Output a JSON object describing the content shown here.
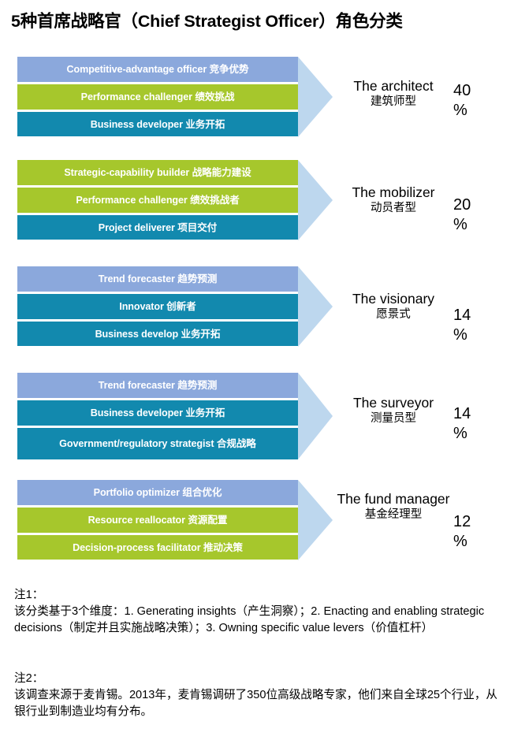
{
  "title": "5种首席战略官（Chief Strategist Officer）角色分类",
  "colors": {
    "blue": "#8BA8DC",
    "green": "#A6C72C",
    "teal": "#1289AE",
    "arrow": "#BDD7EE",
    "text_on_bar": "#ffffff",
    "text": "#000000",
    "background": "#ffffff"
  },
  "chart_data": {
    "type": "bar",
    "title": "5种首席战略官（Chief Strategist Officer）角色分类",
    "xlabel": "",
    "ylabel": "",
    "categories": [
      "The architect",
      "The mobilizer",
      "The visionary",
      "The surveyor",
      "The fund manager"
    ],
    "values": [
      40,
      20,
      14,
      14,
      12
    ],
    "value_unit": "%",
    "grid": false,
    "legend": "none"
  },
  "groups": [
    {
      "role_en": "The architect",
      "role_cn": "建筑师型",
      "pct_num": "40",
      "pct_sym": "%",
      "bars": [
        {
          "text": "Competitive-advantage officer 竞争优势",
          "color": "#8BA8DC"
        },
        {
          "text": "Performance challenger 绩效挑战",
          "color": "#A6C72C"
        },
        {
          "text": "Business developer 业务开拓",
          "color": "#1289AE"
        }
      ]
    },
    {
      "role_en": "The mobilizer",
      "role_cn": "动员者型",
      "pct_num": "20",
      "pct_sym": "%",
      "bars": [
        {
          "text": "Strategic-capability builder 战略能力建设",
          "color": "#A6C72C"
        },
        {
          "text": "Performance challenger 绩效挑战者",
          "color": "#A6C72C"
        },
        {
          "text": "Project deliverer 项目交付",
          "color": "#1289AE"
        }
      ]
    },
    {
      "role_en": "The visionary",
      "role_cn": "愿景式",
      "pct_num": "14",
      "pct_sym": "%",
      "bars": [
        {
          "text": "Trend forecaster 趋势预测",
          "color": "#8BA8DC"
        },
        {
          "text": "Innovator 创新者",
          "color": "#1289AE"
        },
        {
          "text": "Business develop 业务开拓",
          "color": "#1289AE"
        }
      ]
    },
    {
      "role_en": "The surveyor",
      "role_cn": "测量员型",
      "pct_num": "14",
      "pct_sym": "%",
      "bars": [
        {
          "text": "Trend forecaster 趋势预测",
          "color": "#8BA8DC"
        },
        {
          "text": "Business developer 业务开拓",
          "color": "#1289AE"
        },
        {
          "text": "Government/regulatory strategist 合规战略",
          "color": "#1289AE"
        }
      ]
    },
    {
      "role_en": "The fund manager",
      "role_cn": "基金经理型",
      "pct_num": "12",
      "pct_sym": "%",
      "bars": [
        {
          "text": "Portfolio optimizer 组合优化",
          "color": "#8BA8DC"
        },
        {
          "text": "Resource reallocator 资源配置",
          "color": "#A6C72C"
        },
        {
          "text": "Decision-process facilitator 推动决策",
          "color": "#A6C72C"
        }
      ]
    }
  ],
  "notes": [
    {
      "label": "注1：",
      "body": "该分类基于3个维度：1. Generating insights（产生洞察）；2. Enacting and enabling strategic decisions（制定并且实施战略决策）；3. Owning specific value levers（价值杠杆）"
    },
    {
      "label": "注2：",
      "body": "该调查来源于麦肯锡。2013年，麦肯锡调研了350位高级战略专家，他们来自全球25个行业，从银行业到制造业均有分布。"
    }
  ]
}
